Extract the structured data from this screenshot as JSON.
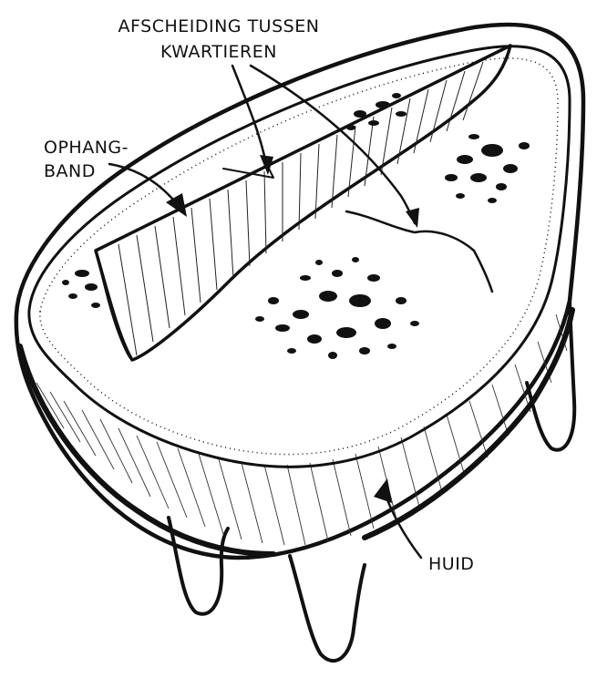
{
  "labels": {
    "separation_line1": "AFSCHEIDING TUSSEN",
    "separation_line2": "KWARTIEREN",
    "suspension_line1": "OPHANG-",
    "suspension_line2": "BAND",
    "skin": "HUID"
  },
  "colors": {
    "ink": "#111111",
    "paper": "#ffffff"
  }
}
